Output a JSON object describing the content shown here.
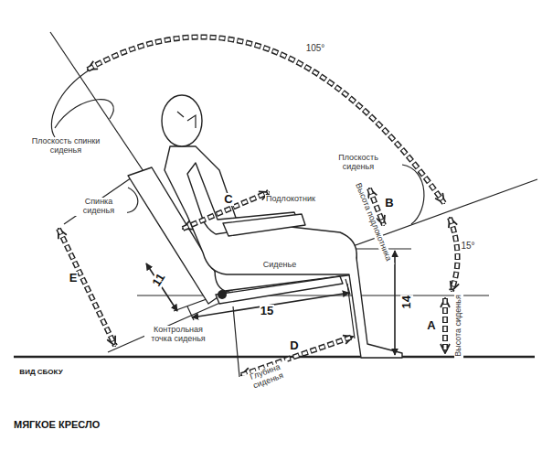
{
  "diagram": {
    "title": "МЯГКОЕ КРЕСЛО",
    "labels": [
      "105°",
      "Плоскость спинки сиденья",
      "Спинка сиденья",
      "C",
      "Подлокотник",
      "Плоскость сиденья",
      "B",
      "Высота подлокотника",
      "E",
      "11",
      "Сиденье",
      "15",
      "14",
      "A",
      "Высота сиденья",
      "Контрольная точка сиденья",
      "D",
      "Глубина сиденья",
      "15°",
      "ВИД СБОКУ"
    ]
  }
}
